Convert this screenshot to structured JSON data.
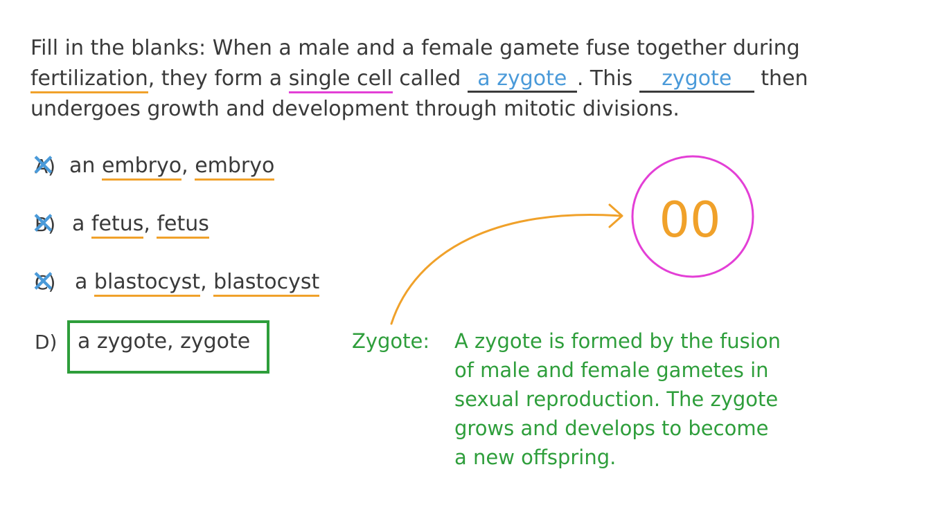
{
  "question": {
    "line1": "Fill in the blanks: When a male and a female gamete fuse together during",
    "line2_a": "fertilization",
    "line2_b": ", they form a ",
    "line2_c": "single cell",
    "line2_d": " called ",
    "blank1": "a zygote",
    "line2_e": ". This ",
    "blank2": "zygote",
    "line2_f": " then",
    "line3": "undergoes growth and development through mitotic divisions."
  },
  "options": [
    {
      "letter": "A)",
      "text1": "an ",
      "term1": "embryo",
      "sep": ", ",
      "term2": "embryo"
    },
    {
      "letter": "B)",
      "text1": "a ",
      "term1": "fetus",
      "sep": ", ",
      "term2": "fetus"
    },
    {
      "letter": "C)",
      "text1": "a ",
      "term1": "blastocyst",
      "sep": ", ",
      "term2": "blastocyst"
    },
    {
      "letter": "D)",
      "text": "a zygote, zygote"
    }
  ],
  "cross_glyph": "✕",
  "diagram": {
    "nuclei_label": "00"
  },
  "note": {
    "head": "Zygote:",
    "l1": "A zygote is formed by the fusion",
    "l2": "of male and female gametes in",
    "l3": "sexual reproduction. The zygote",
    "l4": "grows and develops to become",
    "l5": "a new offspring."
  },
  "colors": {
    "ink": "#3a3a3a",
    "blue": "#4a9ad9",
    "orange": "#f0a12a",
    "pink": "#e33fd6",
    "green": "#2e9e3b"
  }
}
